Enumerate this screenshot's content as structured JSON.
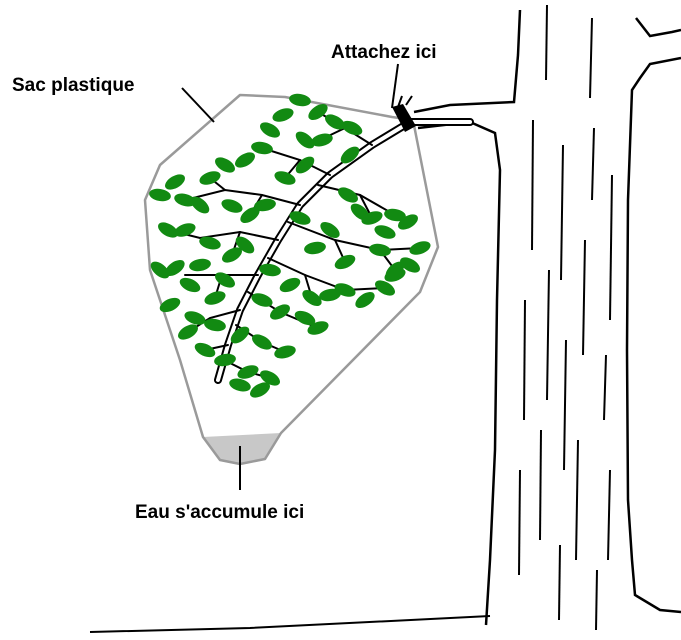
{
  "labels": {
    "bag": "Sac plastique",
    "tie": "Attachez ici",
    "water": "Eau s'accumule ici"
  },
  "colors": {
    "outline": "#000000",
    "bag": "#9a9a9a",
    "water": "#c8c8c8",
    "leaf": "#128a12",
    "background": "#ffffff"
  },
  "icons": {
    "bag": "plastic-bag-outline",
    "leaf": "leaf-icon",
    "tree": "tree-trunk-drawing"
  }
}
